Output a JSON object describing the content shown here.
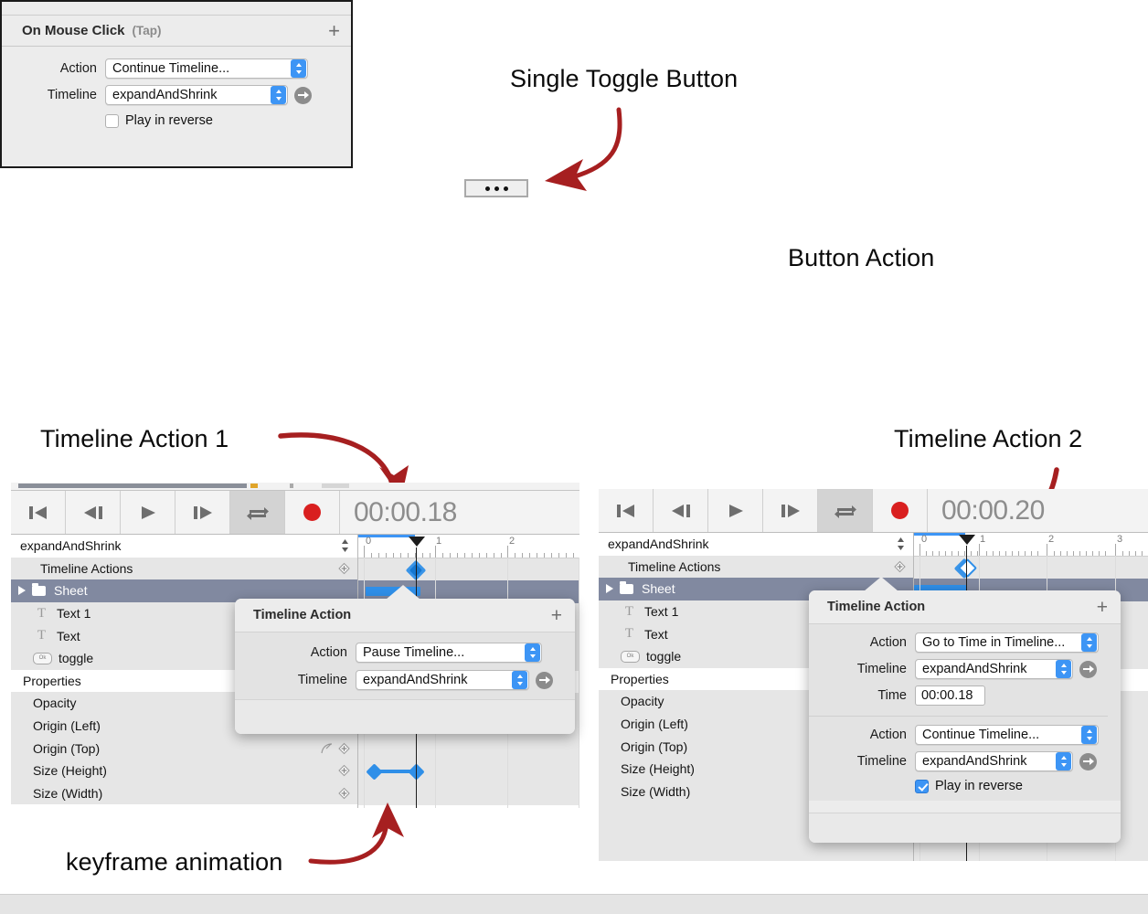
{
  "annotations": {
    "single_toggle_button": "Single Toggle Button",
    "button_action": "Button Action",
    "timeline_action_1": "Timeline Action  1",
    "timeline_action_2": "Timeline Action  2",
    "keyframe_animation": "keyframe animation"
  },
  "toggle_button": {
    "name": "toggle",
    "dots": 3
  },
  "button_action_inspector": {
    "header_title": "On Mouse Click",
    "header_sub": "(Tap)",
    "add_label": "+",
    "rows": [
      {
        "label": "Action",
        "value": "Continue Timeline..."
      },
      {
        "label": "Timeline",
        "value": "expandAndShrink"
      }
    ],
    "checkbox": {
      "label": "Play in reverse",
      "checked": false
    }
  },
  "timeline_left": {
    "timecode": "00:00.18",
    "transport": [
      {
        "icon": "skip-to-start-icon",
        "active": false
      },
      {
        "icon": "step-back-icon",
        "active": false
      },
      {
        "icon": "play-icon",
        "active": false
      },
      {
        "icon": "step-forward-icon",
        "active": false
      },
      {
        "icon": "loop-icon",
        "active": true
      },
      {
        "icon": "record-icon",
        "active": false
      }
    ],
    "timeline_name": "expandAndShrink",
    "rows": [
      {
        "label": "Timeline Actions",
        "icon": "none",
        "indent": 1,
        "style": "alt"
      },
      {
        "label": "Sheet",
        "icon": "folder-icon",
        "indent": 0,
        "style": "sel"
      },
      {
        "label": "Text 1",
        "icon": "text-icon",
        "indent": 1,
        "style": "alt"
      },
      {
        "label": "Text",
        "icon": "text-icon",
        "indent": 1,
        "style": "alt"
      },
      {
        "label": "toggle",
        "icon": "ok-icon",
        "indent": 1,
        "style": "alt"
      },
      {
        "label": "Properties",
        "icon": "none",
        "indent": 0,
        "style": "white"
      },
      {
        "label": "Opacity",
        "icon": "none",
        "indent": 1,
        "style": "alt"
      },
      {
        "label": "Origin (Left)",
        "icon": "none",
        "indent": 1,
        "style": "alt"
      },
      {
        "label": "Origin (Top)",
        "icon": "none",
        "indent": 1,
        "style": "alt"
      },
      {
        "label": "Size (Height)",
        "icon": "none",
        "indent": 1,
        "style": "alt"
      },
      {
        "label": "Size (Width)",
        "icon": "none",
        "indent": 1,
        "style": "alt"
      }
    ],
    "ruler_labels": [
      "0",
      "1",
      "2"
    ],
    "playhead_time": 0.18
  },
  "timeline_left_popover": {
    "header_title": "Timeline Action",
    "add_label": "+",
    "rows": [
      {
        "label": "Action",
        "value": "Pause Timeline..."
      },
      {
        "label": "Timeline",
        "value": "expandAndShrink"
      }
    ]
  },
  "timeline_right": {
    "timecode": "00:00.20",
    "transport": [
      {
        "icon": "skip-to-start-icon",
        "active": false
      },
      {
        "icon": "step-back-icon",
        "active": false
      },
      {
        "icon": "play-icon",
        "active": false
      },
      {
        "icon": "step-forward-icon",
        "active": false
      },
      {
        "icon": "loop-icon",
        "active": true
      },
      {
        "icon": "record-icon",
        "active": false
      }
    ],
    "timeline_name": "expandAndShrink",
    "rows": [
      {
        "label": "Timeline Actions",
        "icon": "none",
        "indent": 1,
        "style": "alt"
      },
      {
        "label": "Sheet",
        "icon": "folder-icon",
        "indent": 0,
        "style": "sel"
      },
      {
        "label": "Text 1",
        "icon": "text-icon",
        "indent": 1,
        "style": "alt"
      },
      {
        "label": "Text",
        "icon": "text-icon",
        "indent": 1,
        "style": "alt"
      },
      {
        "label": "toggle",
        "icon": "ok-icon",
        "indent": 1,
        "style": "alt"
      },
      {
        "label": "Properties",
        "icon": "none",
        "indent": 0,
        "style": "white"
      },
      {
        "label": "Opacity",
        "icon": "none",
        "indent": 1,
        "style": "alt"
      },
      {
        "label": "Origin (Left)",
        "icon": "none",
        "indent": 1,
        "style": "alt"
      },
      {
        "label": "Origin (Top)",
        "icon": "none",
        "indent": 1,
        "style": "alt"
      },
      {
        "label": "Size (Height)",
        "icon": "none",
        "indent": 1,
        "style": "alt"
      },
      {
        "label": "Size (Width)",
        "icon": "none",
        "indent": 1,
        "style": "alt"
      },
      {
        "label": "",
        "icon": "none",
        "indent": 1,
        "style": "alt"
      },
      {
        "label": "",
        "icon": "none",
        "indent": 1,
        "style": "alt"
      },
      {
        "label": "",
        "icon": "none",
        "indent": 1,
        "style": "alt"
      },
      {
        "label": "",
        "icon": "none",
        "indent": 1,
        "style": "alt"
      }
    ],
    "ruler_labels": [
      "0",
      "1",
      "2",
      "3"
    ],
    "playhead_time": 0.2
  },
  "timeline_right_popover": {
    "header_title": "Timeline Action",
    "add_label": "+",
    "group_a": [
      {
        "label": "Action",
        "value": "Go to Time in Timeline..."
      },
      {
        "label": "Timeline",
        "value": "expandAndShrink"
      },
      {
        "label": "Time",
        "value": "00:00.18"
      }
    ],
    "group_b": [
      {
        "label": "Action",
        "value": "Continue Timeline..."
      },
      {
        "label": "Timeline",
        "value": "expandAndShrink"
      }
    ],
    "checkbox": {
      "label": "Play in reverse",
      "checked": true
    }
  },
  "colors": {
    "accent_blue": "#3d95f5",
    "keyframe_blue": "#2f8fe8",
    "record_red": "#d91f1f",
    "arrow_red": "#a61f20",
    "selection_gray": "#8189a0",
    "panel_gray": "#ececec"
  }
}
